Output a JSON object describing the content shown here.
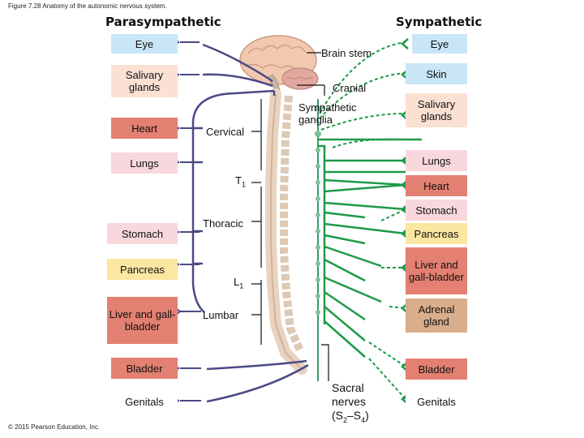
{
  "caption": "Figure 7.28 Anatomy of the autonomic nervous system.",
  "copyright": "© 2015 Pearson Education, Inc.",
  "headings": {
    "parasympathetic": "Parasympathetic",
    "sympathetic": "Sympathetic"
  },
  "colors": {
    "parasympathetic_nerve": "#4a4a86",
    "sympathetic_nerve": "#1e9a48",
    "blue_box": "#c8e6f6",
    "pink_box": "#f8d8dc",
    "peach_box": "#fbe0d4",
    "salmon_box": "#e48072",
    "yellow_box": "#fbe6a2",
    "brown_box": "#d8ae8c"
  },
  "left_organs": [
    {
      "label": "Eye"
    },
    {
      "label": "Salivary glands"
    },
    {
      "label": "Heart"
    },
    {
      "label": "Lungs"
    },
    {
      "label": "Stomach"
    },
    {
      "label": "Pancreas"
    },
    {
      "label": "Liver and gall-bladder"
    },
    {
      "label": "Bladder"
    },
    {
      "label": "Genitals"
    }
  ],
  "right_organs": [
    {
      "label": "Eye"
    },
    {
      "label": "Skin"
    },
    {
      "label": "Salivary glands"
    },
    {
      "label": "Lungs"
    },
    {
      "label": "Heart"
    },
    {
      "label": "Stomach"
    },
    {
      "label": "Pancreas"
    },
    {
      "label": "Liver and gall-bladder"
    },
    {
      "label": "Adrenal gland"
    },
    {
      "label": "Bladder"
    },
    {
      "label": "Genitals"
    }
  ],
  "region_labels": {
    "brain_stem": "Brain stem",
    "cranial": "Cranial",
    "sympathetic_ganglia": "Sympathetic ganglia",
    "cervical": "Cervical",
    "t1_letter": "T",
    "t1_sub": "1",
    "thoracic": "Thoracic",
    "l1_letter": "L",
    "l1_sub": "1",
    "lumbar": "Lumbar",
    "sacral_line1": "Sacral",
    "sacral_line2": "nerves",
    "sacral_open": "(S",
    "sacral_s2": "2",
    "sacral_dash": "–S",
    "sacral_s4": "4",
    "sacral_close": ")"
  }
}
